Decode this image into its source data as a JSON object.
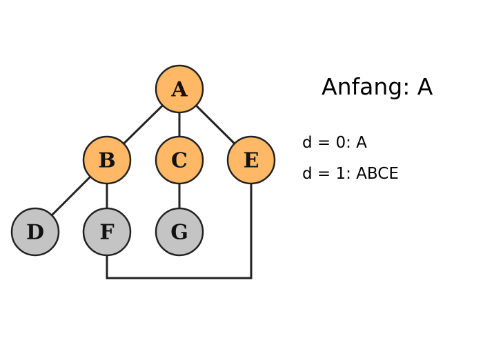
{
  "colors": {
    "visited": "#ffb866",
    "unvisited": "#c4c4c4",
    "stroke": "#222222"
  },
  "nodes": [
    {
      "id": "A",
      "label": "A",
      "state": "visited"
    },
    {
      "id": "B",
      "label": "B",
      "state": "visited"
    },
    {
      "id": "C",
      "label": "C",
      "state": "visited"
    },
    {
      "id": "E",
      "label": "E",
      "state": "visited"
    },
    {
      "id": "D",
      "label": "D",
      "state": "unvisited"
    },
    {
      "id": "F",
      "label": "F",
      "state": "unvisited"
    },
    {
      "id": "G",
      "label": "G",
      "state": "unvisited"
    }
  ],
  "edges": [
    {
      "from": "A",
      "to": "B"
    },
    {
      "from": "A",
      "to": "C"
    },
    {
      "from": "A",
      "to": "E"
    },
    {
      "from": "B",
      "to": "D"
    },
    {
      "from": "B",
      "to": "F"
    },
    {
      "from": "C",
      "to": "G"
    },
    {
      "from": "F",
      "to": "E"
    }
  ],
  "info": {
    "title": "Anfang: A",
    "lines": [
      "d = 0: A",
      "d = 1: ABCE"
    ]
  }
}
